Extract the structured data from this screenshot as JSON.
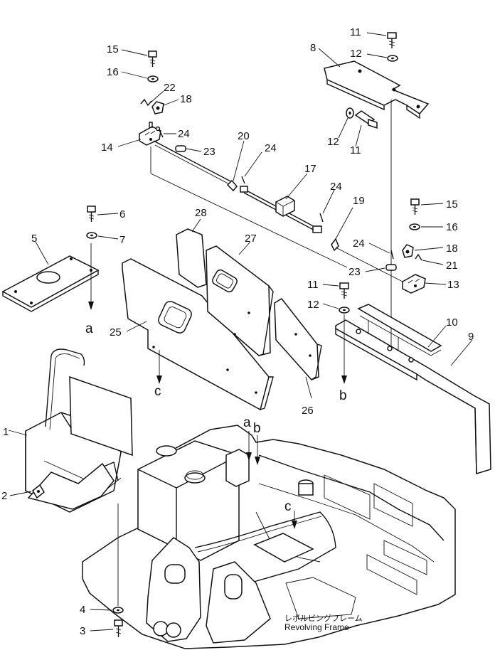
{
  "caption": {
    "jp": "レボルビングフレーム",
    "en": "Revolving Frame"
  },
  "ref_letters": {
    "a_top": "a",
    "b_top": "b",
    "c_top": "c",
    "a_low": "a",
    "b_low": "b",
    "c_low": "c"
  },
  "callouts": {
    "p1": "1",
    "p2": "2",
    "p3": "3",
    "p4": "4",
    "p5": "5",
    "p6": "6",
    "p7": "7",
    "p8": "8",
    "p9": "9",
    "p10": "10",
    "p11a": "11",
    "p11b": "11",
    "p11c": "11",
    "p12a": "12",
    "p12b": "12",
    "p12c": "12",
    "p13": "13",
    "p14": "14",
    "p15a": "15",
    "p15b": "15",
    "p16a": "16",
    "p16b": "16",
    "p17": "17",
    "p18a": "18",
    "p18b": "18",
    "p19": "19",
    "p20": "20",
    "p21": "21",
    "p22": "22",
    "p23a": "23",
    "p23b": "23",
    "p24a": "24",
    "p24b": "24",
    "p24c": "24",
    "p24d": "24",
    "p25": "25",
    "p26": "26",
    "p27": "27",
    "p28": "28"
  }
}
